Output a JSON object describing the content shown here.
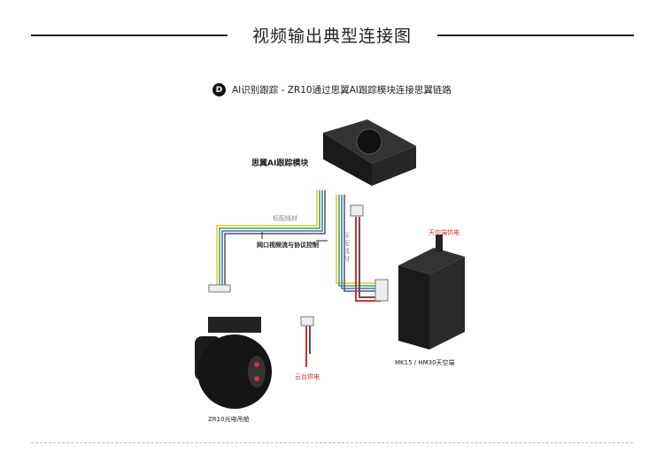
{
  "title": "视频输出典型连接图",
  "subtitle": {
    "badge": "D",
    "text": "AI识别跟踪 - ZR10通过思翼AI跟踪模块连接思翼链路"
  },
  "labels": {
    "ai_module": "思翼AI跟踪模块",
    "standard_cable_1": "标配线材",
    "standard_cable_2": "标配线材",
    "ethernet": "网口视频流与协议控制",
    "air_power": "天空端供电",
    "gimbal_power": "云台供电",
    "gimbal": "ZR10光电吊舱",
    "air_unit": "MK15 / HM30天空端"
  },
  "colors": {
    "power": "#d9302c",
    "yellow": "#e8c62a",
    "green": "#3aa55a",
    "blue": "#3a6fc9"
  }
}
